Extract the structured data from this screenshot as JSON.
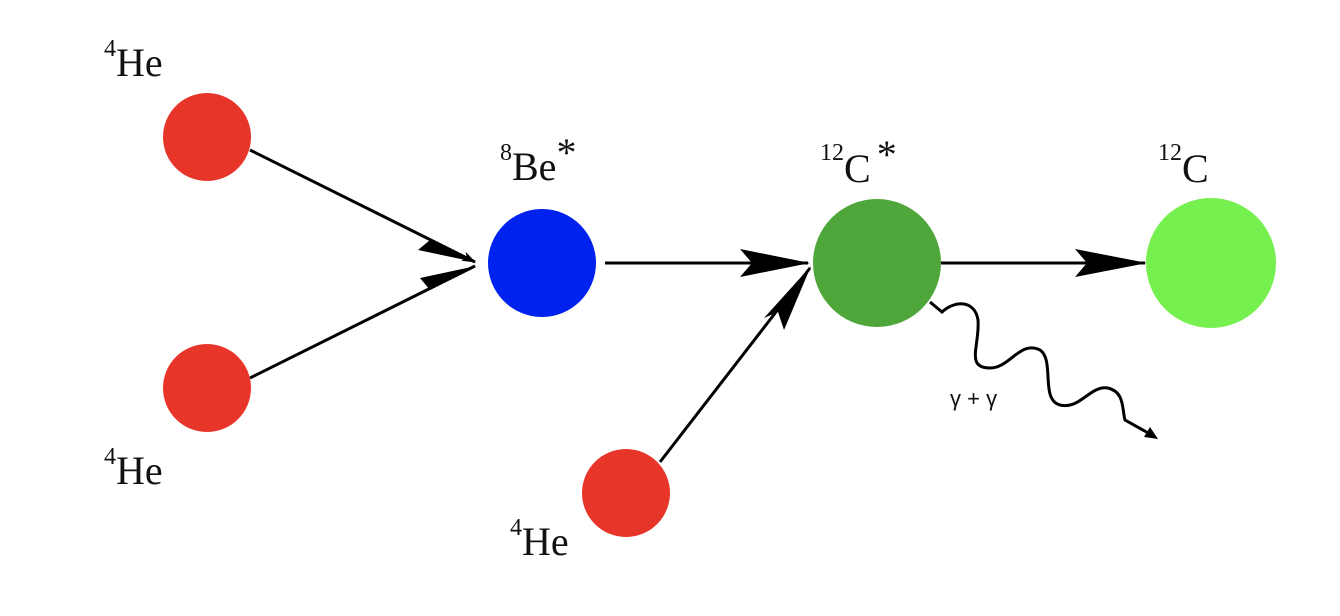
{
  "title": "Triple-alpha process",
  "nodes": {
    "he_top": {
      "mass": "4",
      "symbol": "He",
      "color": "#e8352a"
    },
    "he_bottom": {
      "mass": "4",
      "symbol": "He",
      "color": "#e8352a"
    },
    "he_third": {
      "mass": "4",
      "symbol": "He",
      "color": "#e8352a"
    },
    "be8": {
      "mass": "8",
      "symbol": "Be",
      "excited": "*",
      "color": "#0022ee"
    },
    "c12_excited": {
      "mass": "12",
      "symbol": "C",
      "excited": "*",
      "color": "#4fa63a"
    },
    "c12": {
      "mass": "12",
      "symbol": "C",
      "color": "#76f04f"
    }
  },
  "emission": {
    "label": "γ + γ"
  }
}
